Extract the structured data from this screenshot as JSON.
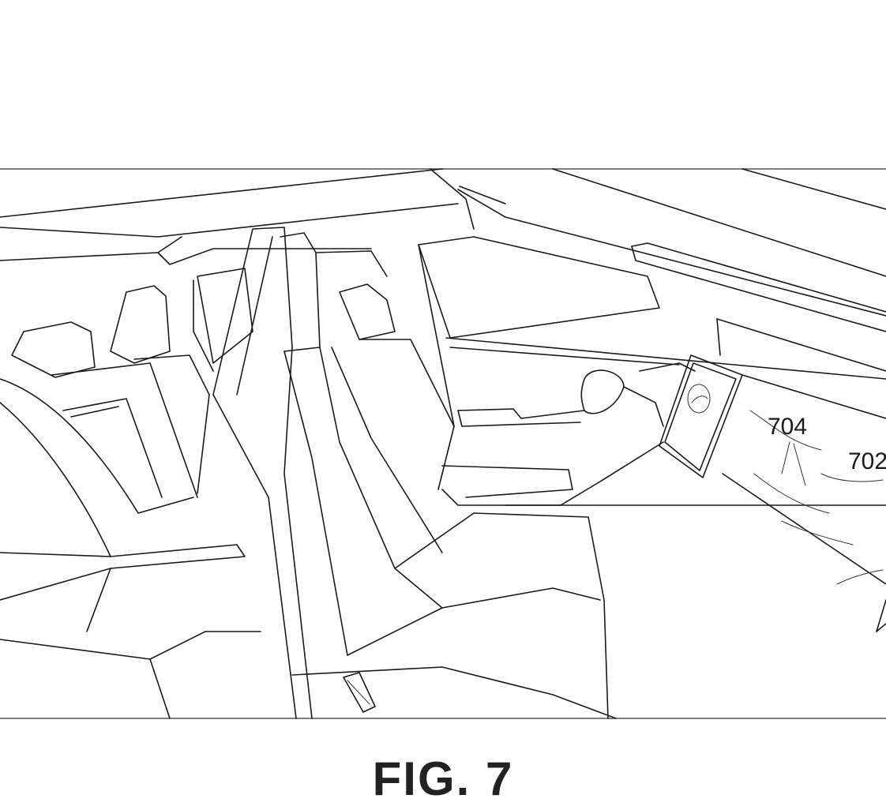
{
  "figure": {
    "label": "FIG. 7"
  },
  "reference_numerals": {
    "display_surface": "704",
    "dashboard_panel": "702"
  },
  "colors": {
    "line": "#1a1a1a",
    "background": "#ffffff"
  }
}
